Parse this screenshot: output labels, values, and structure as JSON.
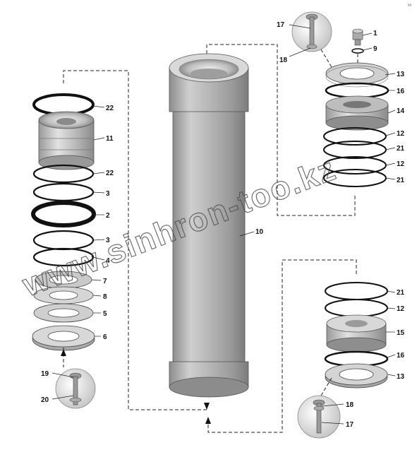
{
  "watermark": "www.sinhron-too.kz",
  "corner_mark": "ᵉᵒ",
  "callouts": {
    "c1": "1",
    "c9": "9",
    "c17a": "17",
    "c18a": "18",
    "c13a": "13",
    "c16a": "16",
    "c14": "14",
    "c12a": "12",
    "c21a": "21",
    "c12b": "12",
    "c21b": "21",
    "c22a": "22",
    "c11": "11",
    "c22b": "22",
    "c3a": "3",
    "c2": "2",
    "c3b": "3",
    "c4": "4",
    "c7": "7",
    "c8": "8",
    "c5": "5",
    "c6": "6",
    "c19": "19",
    "c20": "20",
    "c10": "10",
    "c21c": "21",
    "c12c": "12",
    "c15": "15",
    "c16b": "16",
    "c13b": "13",
    "c18b": "18",
    "c17b": "17"
  }
}
